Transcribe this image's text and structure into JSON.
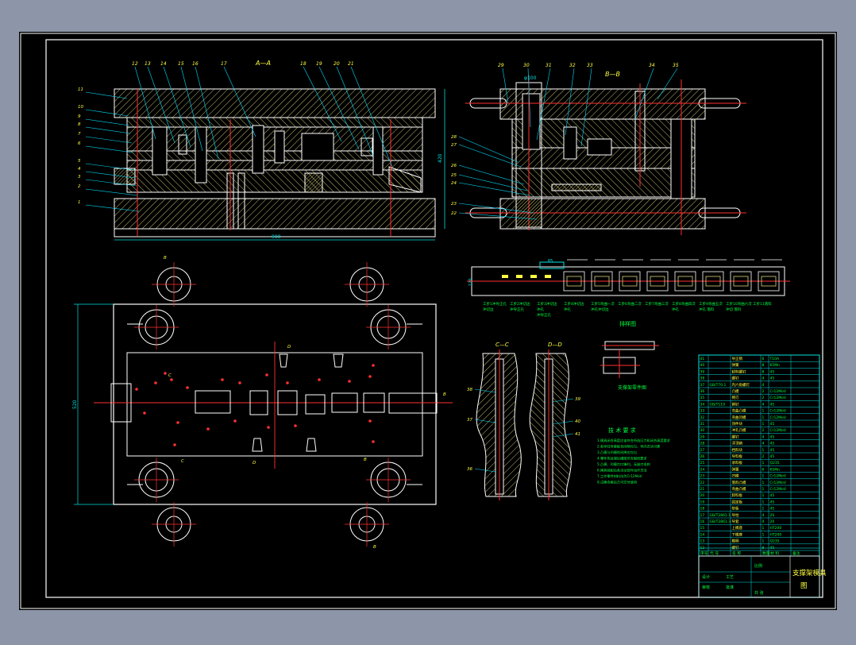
{
  "colors": {
    "background": "#8d96a8",
    "sheet": "#000000",
    "border": "#ffffff",
    "hatch": "#d8d07a",
    "centerline": "#ff3030",
    "dimension": "#00e0e0",
    "leader": "#00e0ff",
    "balloon": "#ffff40",
    "note": "#00ff40",
    "outline": "#ffffff"
  },
  "section_labels": {
    "aa": "A—A",
    "bb": "B—B",
    "cc": "C—C",
    "dd": "D—D"
  },
  "dimensions": {
    "front_width": "900",
    "front_height": "420",
    "plan_height": "520",
    "strip_pitch": "65",
    "strip_width": "120",
    "side_top": "φ100"
  },
  "front_view_balloons": [
    "12",
    "13",
    "14",
    "15",
    "16",
    "17",
    "18",
    "19",
    "20",
    "21"
  ],
  "front_view_left_callouts": [
    "11",
    "10",
    "9",
    "8",
    "7",
    "6",
    "5",
    "4",
    "3",
    "2",
    "1"
  ],
  "side_view_balloons": [
    "29",
    "30",
    "31",
    "32",
    "33",
    "34",
    "35"
  ],
  "side_view_left_callouts": [
    "28",
    "27",
    "26",
    "25",
    "24",
    "23",
    "22"
  ],
  "section_callouts": {
    "cc": [
      "38",
      "37",
      "36"
    ],
    "dd": [
      "39",
      "40",
      "41"
    ]
  },
  "section_markers": [
    "B",
    "B",
    "C",
    "C",
    "D",
    "D",
    "B",
    "B"
  ],
  "strip_station_notes": [
    "工步1冲导正孔\n冲切边",
    "工步2冲切边\n冲导正孔",
    "工步3冲切边\n冲孔\n冲导正孔",
    "工步4冲切边\n冲孔",
    "工步5弯曲一次\n冲孔冲切边",
    "工步6弯曲二次",
    "工步7弯曲三次",
    "工步8弯曲四次\n冲孔",
    "工步9弯曲五次\n冲孔 落料",
    "工步10弯曲六次\n冲切 落料",
    "工步11落料"
  ],
  "strip_layout_title": "排样图",
  "part_drawing_title": "支撑架零件图",
  "technical_requirements": {
    "title": "技 术 要 求",
    "lines": [
      "1.模具闭合高度应该符合所选压力机闭合高度要求",
      "2.各导柱导套配合间隙均匀，导向灵活可靠",
      "3.凸模与凹模的间隙应均匀",
      "4.零件热处理后硬度符合图纸要求",
      "5.凸模、凹模刃口锋利，无崩刃毛刺",
      "6.模具装配后各活动部件动作灵活",
      "7.工作零件材料均为Cr12MoV",
      "8.试模合格后方可交付使用"
    ]
  },
  "bom": {
    "headers": [
      "序号",
      "代 号",
      "名 称",
      "数量",
      "材 料",
      "备注"
    ],
    "rows": [
      [
        "41",
        "",
        "导正销",
        "6",
        "T10A",
        ""
      ],
      [
        "40",
        "",
        "弹簧",
        "8",
        "65Mn",
        ""
      ],
      [
        "39",
        "",
        "卸料螺钉",
        "8",
        "45",
        ""
      ],
      [
        "38",
        "",
        "螺钉",
        "4",
        "45",
        ""
      ],
      [
        "37",
        "GB/T70.1",
        "内六角螺钉",
        "4",
        "",
        ""
      ],
      [
        "36",
        "",
        "凸模",
        "2",
        "Cr12MoV",
        ""
      ],
      [
        "35",
        "",
        "侧刃",
        "2",
        "Cr12MoV",
        ""
      ],
      [
        "34",
        "GB/T119",
        "销钉",
        "4",
        "45",
        ""
      ],
      [
        "33",
        "",
        "弯曲凸模",
        "1",
        "Cr12MoV",
        ""
      ],
      [
        "32",
        "",
        "弯曲凹模",
        "1",
        "Cr12MoV",
        ""
      ],
      [
        "31",
        "",
        "顶件块",
        "1",
        "45",
        ""
      ],
      [
        "30",
        "",
        "冲孔凸模",
        "2",
        "Cr12MoV",
        ""
      ],
      [
        "29",
        "",
        "螺钉",
        "4",
        "45",
        ""
      ],
      [
        "28",
        "",
        "浮顶销",
        "4",
        "45",
        ""
      ],
      [
        "27",
        "",
        "挡料块",
        "1",
        "45",
        ""
      ],
      [
        "26",
        "",
        "导料板",
        "2",
        "45",
        ""
      ],
      [
        "25",
        "",
        "承料板",
        "1",
        "Q235",
        ""
      ],
      [
        "24",
        "",
        "弹簧",
        "6",
        "65Mn",
        ""
      ],
      [
        "23",
        "",
        "凹模",
        "1",
        "Cr12MoV",
        ""
      ],
      [
        "22",
        "",
        "落料凸模",
        "1",
        "Cr12MoV",
        ""
      ],
      [
        "21",
        "",
        "弯曲凸模",
        "1",
        "Cr12MoV",
        ""
      ],
      [
        "20",
        "",
        "卸料板",
        "1",
        "45",
        ""
      ],
      [
        "19",
        "",
        "固定板",
        "1",
        "45",
        ""
      ],
      [
        "18",
        "",
        "垫板",
        "1",
        "45",
        ""
      ],
      [
        "17",
        "GB/T2861.1",
        "导柱",
        "4",
        "20",
        ""
      ],
      [
        "16",
        "GB/T2861.3",
        "导套",
        "4",
        "20",
        ""
      ],
      [
        "15",
        "",
        "上模座",
        "1",
        "HT200",
        ""
      ],
      [
        "14",
        "",
        "下模座",
        "1",
        "HT200",
        ""
      ],
      [
        "13",
        "",
        "模柄",
        "1",
        "Q235",
        ""
      ],
      [
        "12",
        "",
        "螺钉",
        "8",
        "45",
        ""
      ]
    ],
    "title_block": {
      "drawing_name": "支撑架模具",
      "sheet": "图",
      "scale_label": "比例",
      "sheet_count": "共 张",
      "designer": "设计",
      "checker": "审核",
      "process": "工艺",
      "approve": "批准"
    }
  }
}
